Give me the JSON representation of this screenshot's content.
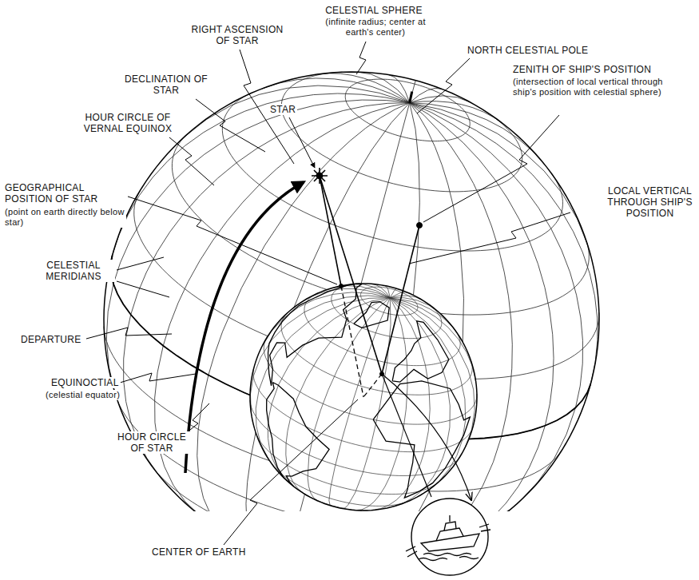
{
  "diagram": {
    "labels": [
      "RIGHT ASCENSION OF STAR",
      "CELESTIAL SPHERE",
      "(infinite radius; center at earth's center)",
      "NORTH CELESTIAL POLE",
      "DECLINATION OF STAR",
      "STAR",
      "ZENITH OF SHIP'S POSITION",
      "(intersection of local vertical through ship's position with celestial sphere)",
      "HOUR CIRCLE OF VERNAL EQUINOX",
      "GEOGRAPHICAL POSITION OF STAR",
      "(point on earth directly below star)",
      "LOCAL VERTICAL THROUGH SHIP'S POSITION",
      "CELESTIAL MERIDIANS",
      "DEPARTURE",
      "EQUINOCTIAL",
      "(celestial equator)",
      "HOUR CIRCLE OF STAR",
      "CENTER OF EARTH"
    ]
  }
}
